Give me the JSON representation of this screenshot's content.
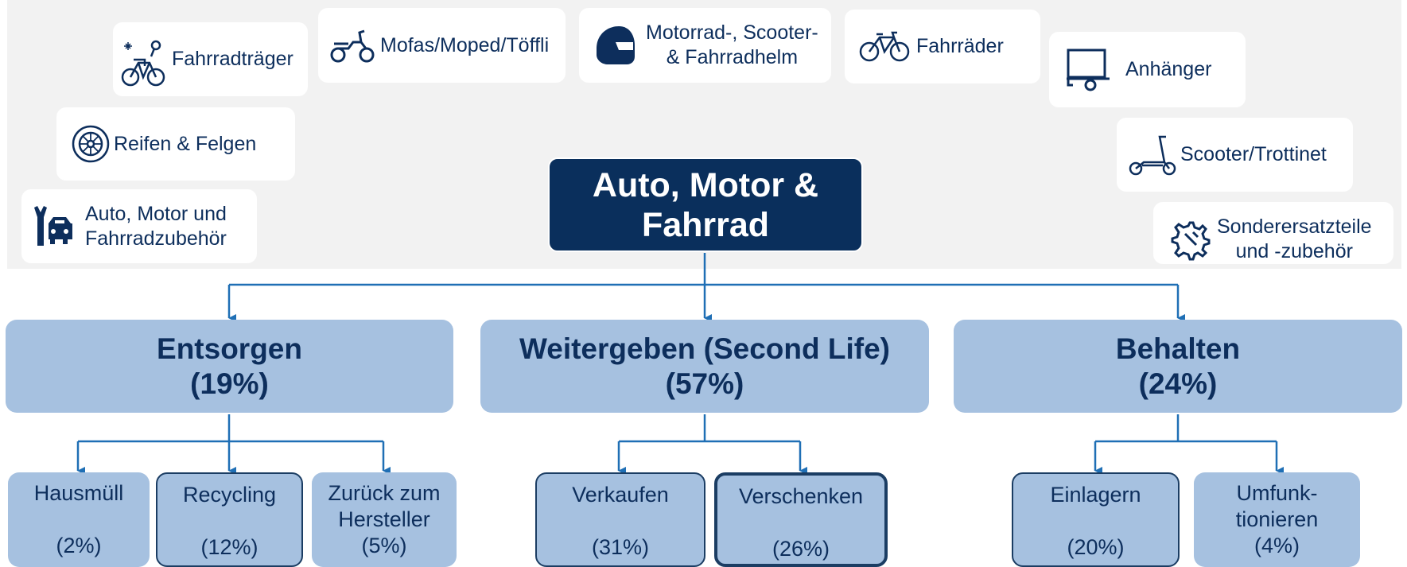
{
  "categories": [
    {
      "id": "fahrradtraeger",
      "label": "Fahrradträger",
      "icon": "bike-rack-icon"
    },
    {
      "id": "mofas",
      "label": "Mofas/Moped/Töffli",
      "icon": "moped-icon"
    },
    {
      "id": "helm",
      "label": "Motorrad-, Scooter-\n& Fahrradhelm",
      "icon": "helmet-icon"
    },
    {
      "id": "fahrraeder",
      "label": "Fahrräder",
      "icon": "bicycle-icon"
    },
    {
      "id": "anhaenger",
      "label": "Anhänger",
      "icon": "trailer-icon"
    },
    {
      "id": "reifen",
      "label": "Reifen & Felgen",
      "icon": "tire-icon"
    },
    {
      "id": "scooter",
      "label": "Scooter/Trottinet",
      "icon": "kick-scooter-icon"
    },
    {
      "id": "zubehoer",
      "label": "Auto, Motor und\nFahrradzubehör",
      "icon": "car-wrench-icon"
    },
    {
      "id": "sonder",
      "label": "Sonderersatzteile\nund -zubehör",
      "icon": "gear-wrench-icon"
    }
  ],
  "center": {
    "label": "Auto, Motor & Fahrrad"
  },
  "branches": [
    {
      "title": "Entsorgen",
      "percent": "(19%)",
      "leaves": [
        {
          "label": "Hausmüll",
          "percent": "(2%)"
        },
        {
          "label": "Recycling",
          "percent": "(12%)"
        },
        {
          "label": "Zurück zum Hersteller",
          "percent": "(5%)"
        }
      ]
    },
    {
      "title": "Weitergeben (Second Life)",
      "percent": "(57%)",
      "leaves": [
        {
          "label": "Verkaufen",
          "percent": "(31%)"
        },
        {
          "label": "Verschenken",
          "percent": "(26%)"
        }
      ]
    },
    {
      "title": "Behalten",
      "percent": "(24%)",
      "leaves": [
        {
          "label": "Einlagern",
          "percent": "(20%)"
        },
        {
          "label": "Umfunk-\ntionieren",
          "percent": "(4%)"
        }
      ]
    }
  ],
  "colors": {
    "navy": "#0a2f5c",
    "box": "#a6c1e0",
    "line": "#1f6fb5",
    "panel": "#f2f2f2"
  }
}
